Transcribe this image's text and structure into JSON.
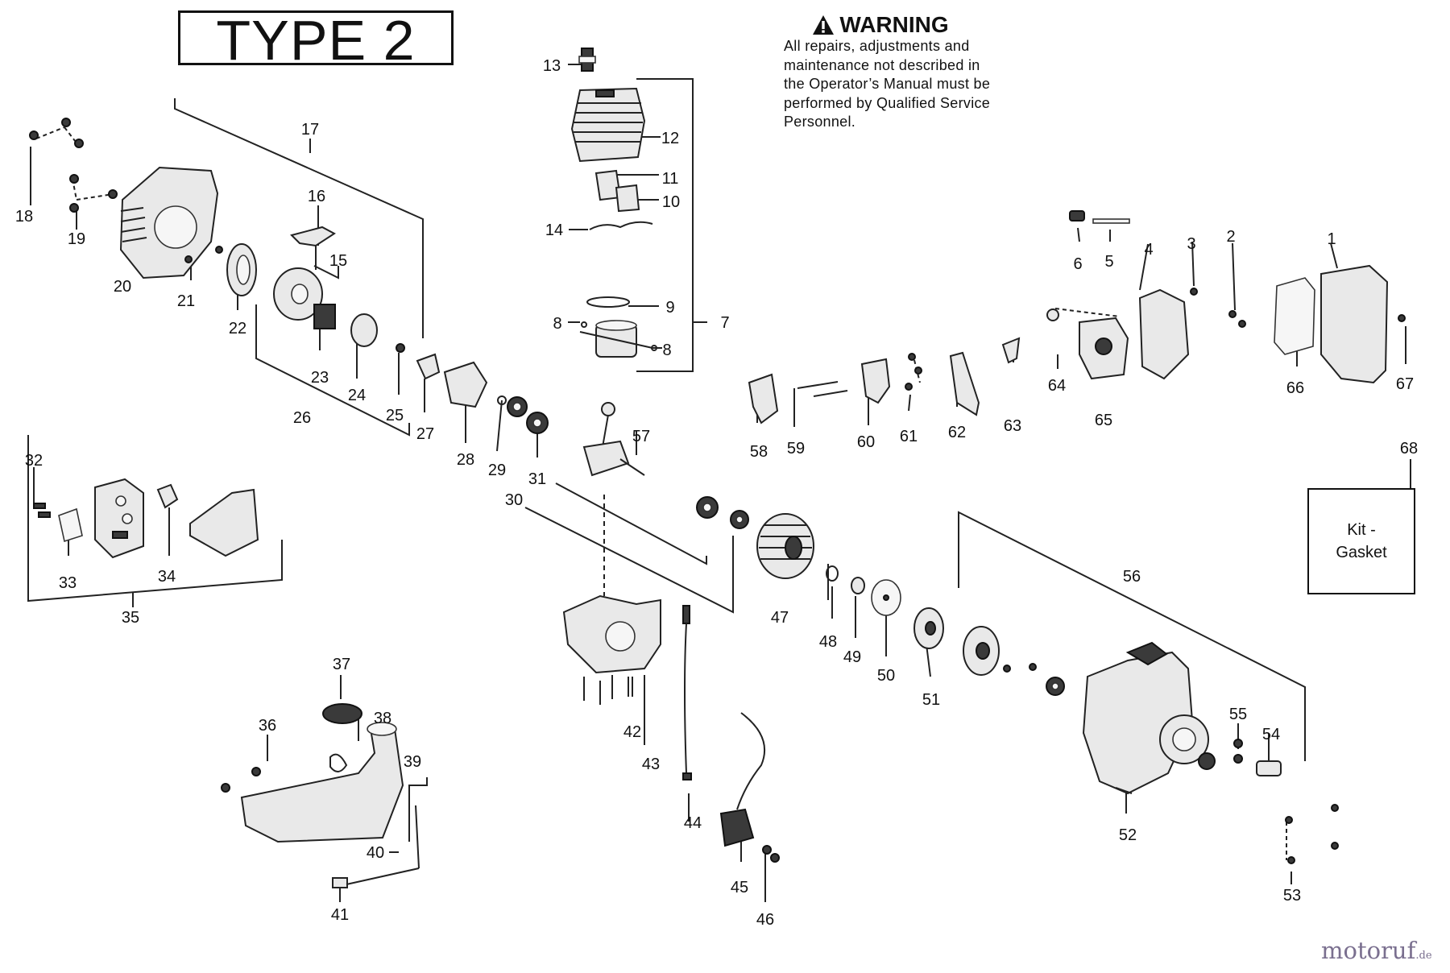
{
  "header": {
    "type_label": "TYPE 2"
  },
  "warning": {
    "title": "WARNING",
    "lines": [
      "All repairs, adjustments and",
      "maintenance not described in",
      "the Operator’s Manual must be",
      "performed by Qualified Service",
      "Personnel."
    ]
  },
  "kit_box": {
    "line1": "Kit -",
    "line2": "Gasket"
  },
  "watermark": {
    "brand": "motoruf",
    "tld": ".de"
  },
  "callouts": [
    "1",
    "2",
    "3",
    "4",
    "5",
    "6",
    "7",
    "8",
    "8",
    "9",
    "10",
    "11",
    "12",
    "13",
    "14",
    "15",
    "16",
    "17",
    "18",
    "19",
    "20",
    "21",
    "22",
    "23",
    "24",
    "25",
    "26",
    "27",
    "28",
    "29",
    "30",
    "31",
    "32",
    "33",
    "34",
    "35",
    "36",
    "37",
    "38",
    "39",
    "40",
    "41",
    "42",
    "43",
    "44",
    "45",
    "46",
    "47",
    "48",
    "49",
    "50",
    "51",
    "52",
    "53",
    "54",
    "55",
    "56",
    "57",
    "58",
    "59",
    "60",
    "61",
    "62",
    "63",
    "64",
    "65",
    "66",
    "67",
    "68"
  ]
}
